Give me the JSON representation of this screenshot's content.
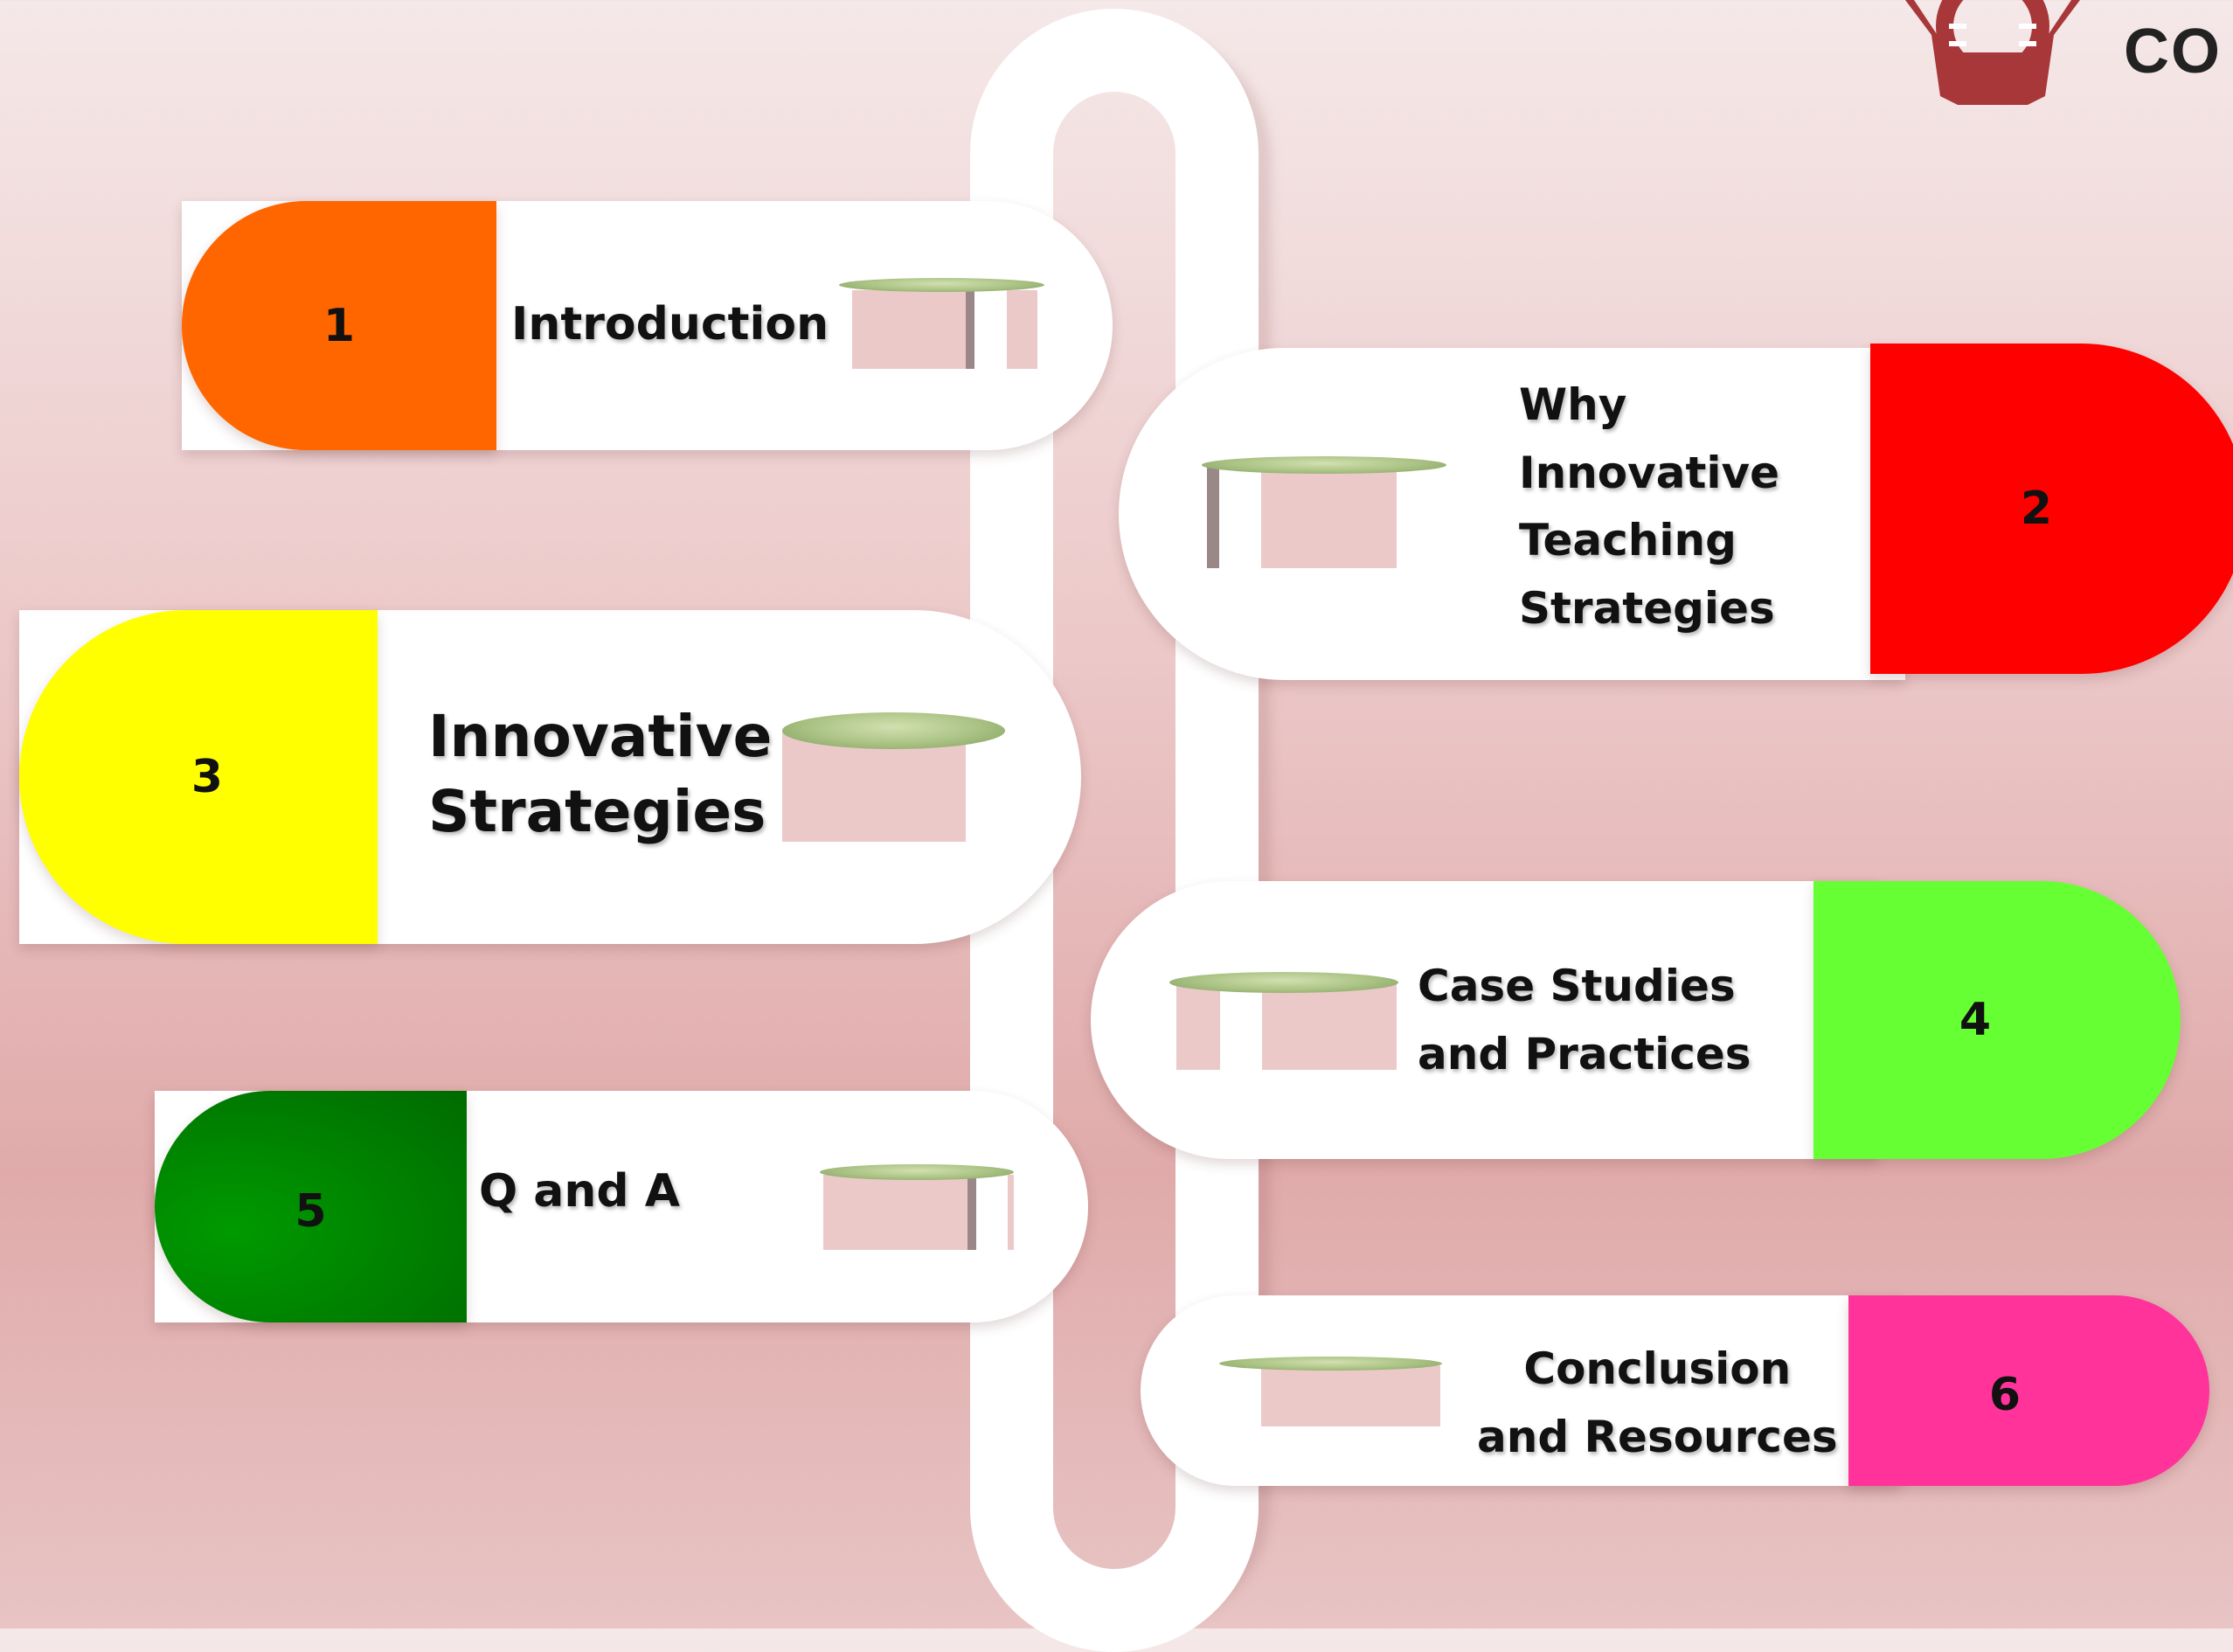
{
  "steps": [
    {
      "number": "1",
      "label": "Introduction",
      "color": "#ff6600"
    },
    {
      "number": "2",
      "label": "Why\nInnovative\nTeaching\nStrategies",
      "color": "#ff0000"
    },
    {
      "number": "3",
      "label": "Innovative\nStrategies",
      "color": "#ffff00"
    },
    {
      "number": "4",
      "label": "Case Studies\nand Practices",
      "color": "#66ff33"
    },
    {
      "number": "5",
      "label": "Q and A",
      "color": "#008000"
    },
    {
      "number": "6",
      "label": "Conclusion\nand Resources",
      "color": "#ff3399"
    }
  ],
  "logo": {
    "text": "CO"
  }
}
